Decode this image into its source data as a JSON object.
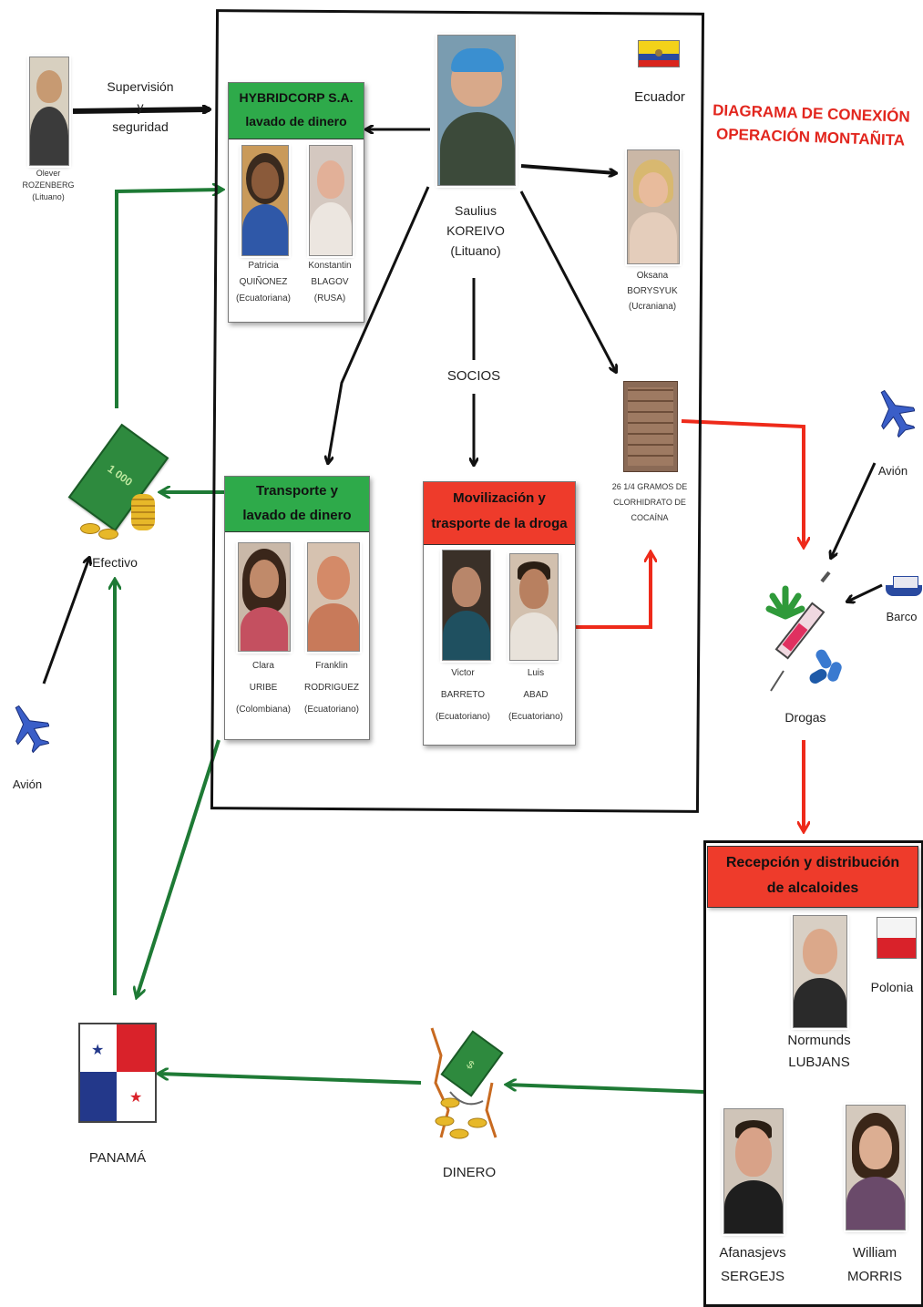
{
  "title": "DIAGRAMA DE CONEXIÓN\nOPERACIÓN MONTAÑITA",
  "colors": {
    "green_header": "#2eaa4a",
    "red_header": "#ee3b2b",
    "title_red": "#e2261e",
    "green_arrow": "#1e7a35",
    "red_arrow": "#ee2a1a",
    "black_arrow": "#111111"
  },
  "left_person": {
    "caption": "Olever\nROZENBERG\n(Lituano)"
  },
  "supervision_label": "Supervisión\ny\nseguridad",
  "leader": {
    "name": "Saulius\nKOREIVO\n(Lituano)"
  },
  "ecuador_label": "Ecuador",
  "oksana": {
    "caption": "Oksana\nBORYSYUK\n(Ucraniana)"
  },
  "hybridcorp": {
    "header": "HYBRIDCORP S.A.\nlavado de dinero",
    "members": [
      {
        "caption": "Patricia\nQUIÑONEZ\n(Ecuatoriana)"
      },
      {
        "caption": "Konstantin\nBLAGOV\n(RUSA)"
      }
    ]
  },
  "socios_label": "SOCIOS",
  "cocaine_label": "26 1/4 GRAMOS DE\nCLORHIDRATO DE\nCOCAÍNA",
  "transporte": {
    "header": "Transporte y\nlavado de dinero",
    "members": [
      {
        "caption": "Clara\nURIBE\n(Colombiana)"
      },
      {
        "caption": "Franklin\nRODRIGUEZ\n(Ecuatoriano)"
      }
    ]
  },
  "movilizacion": {
    "header": "Movilización y\ntrasporte de la droga",
    "members": [
      {
        "caption": "Victor\nBARRETO\n(Ecuatoriano)"
      },
      {
        "caption": "Luis\nABAD\n(Ecuatoriano)"
      }
    ]
  },
  "efectivo_label": "Efectivo",
  "cash_bill_text": "1 000",
  "avion_left_label": "Avión",
  "avion_right_label": "Avión",
  "barco_label": "Barco",
  "drogas_label": "Drogas",
  "recepcion": {
    "header": "Recepción y distribución\nde alcaloides",
    "polonia_label": "Polonia",
    "members": [
      {
        "caption": "Normunds\nLUBJANS"
      },
      {
        "caption": "Afanasjevs\nSERGEJS"
      },
      {
        "caption": "William\nMORRIS"
      }
    ]
  },
  "panama_label": "PANAMÁ",
  "dinero_label": "DINERO"
}
